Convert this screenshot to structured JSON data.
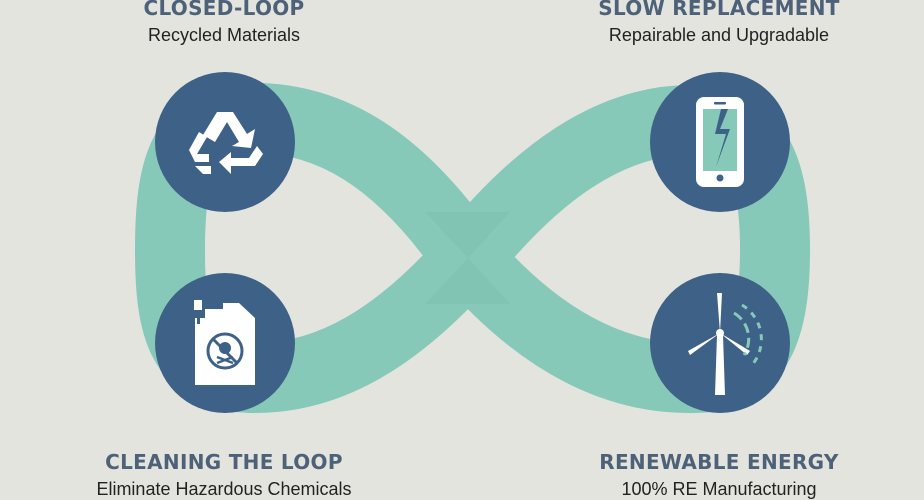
{
  "labels": {
    "closed_loop": {
      "title": "Closed-Loop",
      "subtitle": "Recycled Materials"
    },
    "slow_replacement": {
      "title": "Slow Replacement",
      "subtitle": "Repairable and Upgradable"
    },
    "cleaning_loop": {
      "title": "Cleaning the Loop",
      "subtitle": "Eliminate Hazardous Chemicals"
    },
    "renewable_energy": {
      "title": "Renewable Energy",
      "subtitle": "100% RE Manufacturing"
    }
  },
  "icons": [
    "recycle-icon",
    "broken-phone-icon",
    "chemical-canister-icon",
    "wind-turbine-icon"
  ],
  "colors": {
    "background": "#e4e4df",
    "loop": "#86c9b8",
    "circle": "#3e6187",
    "icon": "#ffffff",
    "title": "#4d6278"
  }
}
